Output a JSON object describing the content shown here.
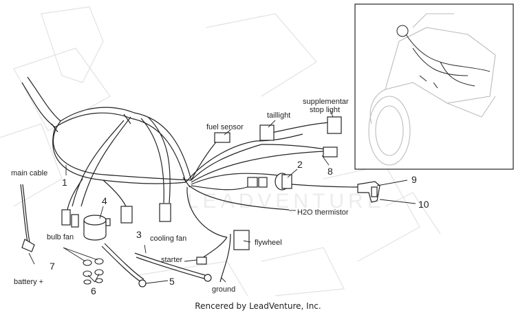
{
  "watermark": "LEADVENTURE",
  "credit": "Rencered by LeadVenture, Inc.",
  "labels": {
    "main_cable": "main cable",
    "bulb_fan": "bulb fan",
    "battery": "battery +",
    "cooling_fan": "cooling fan",
    "starter": "starter",
    "ground": "ground",
    "flywheel": "flywheel",
    "h2o_thermistor": "H2O thermistor",
    "fuel_sensor": "fuel sensor",
    "taillight": "taillight",
    "supp_line1": "supplementar",
    "supp_line2": "stop light"
  },
  "callouts": {
    "c1": "1",
    "c2": "2",
    "c3": "3",
    "c4": "4",
    "c5": "5",
    "c6": "6",
    "c7": "7",
    "c8": "8",
    "c9": "9",
    "c10": "10"
  }
}
